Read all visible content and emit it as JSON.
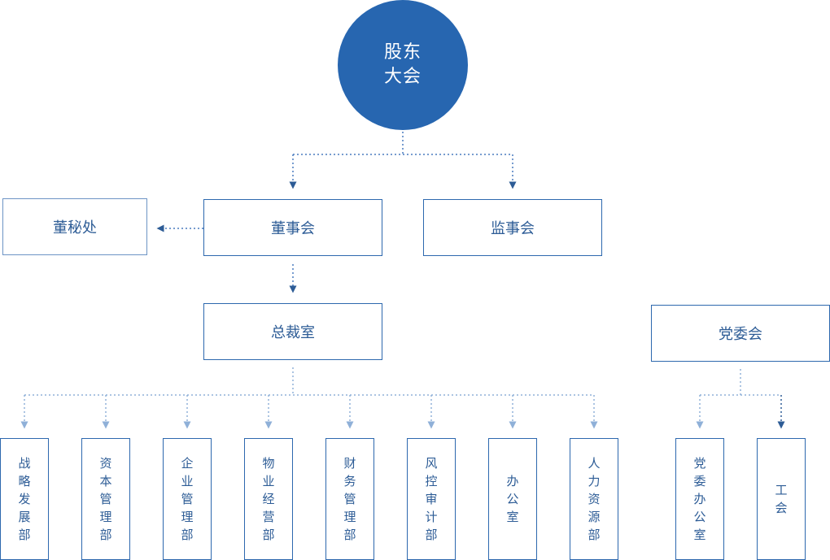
{
  "top": {
    "label": "股东\n大会"
  },
  "nodes": {
    "secretary": "董秘处",
    "board": "董事会",
    "supervisory": "监事会",
    "president": "总裁室",
    "party": "党委会"
  },
  "departments": [
    "战略发展部",
    "资本管理部",
    "企业管理部",
    "物业经营部",
    "财务管理部",
    "风控审计部",
    "办公室",
    "人力资源部"
  ],
  "party_departments": [
    "党委办公室",
    "工会"
  ],
  "colors": {
    "primary": "#2766b0",
    "connector": "#4a7cbf",
    "connector_light": "#8fb0d8"
  }
}
